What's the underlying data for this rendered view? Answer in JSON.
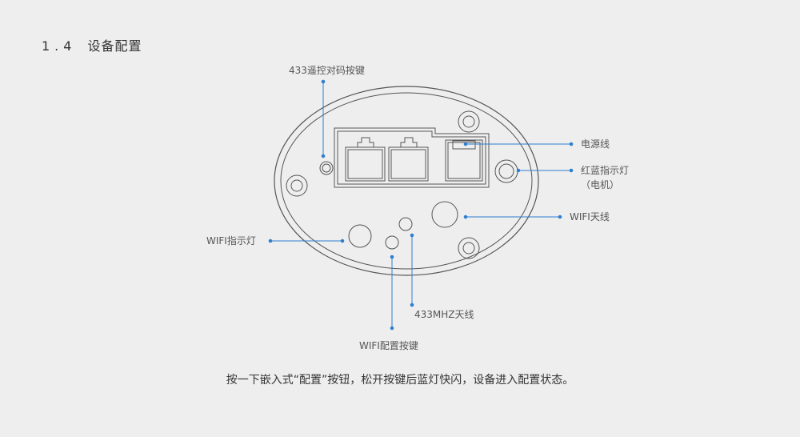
{
  "section": {
    "number": "1.4",
    "title": "设备配置"
  },
  "labels": {
    "pair_433": "433遥控对码按键",
    "power_line": "电源线",
    "red_blue_led": "红蓝指示灯",
    "red_blue_led_sub": "（电机）",
    "wifi_antenna": "WIFI天线",
    "wifi_led": "WIFI指示灯",
    "antenna_433": "433MHZ天线",
    "wifi_config_button": "WIFI配置按键"
  },
  "caption": "按一下嵌入式“配置”按钮，松开按键后蓝灯快闪，设备进入配置状态。",
  "colors": {
    "leader": "#2f7fd0",
    "outline": "#555555",
    "background": "#eeeeee"
  }
}
